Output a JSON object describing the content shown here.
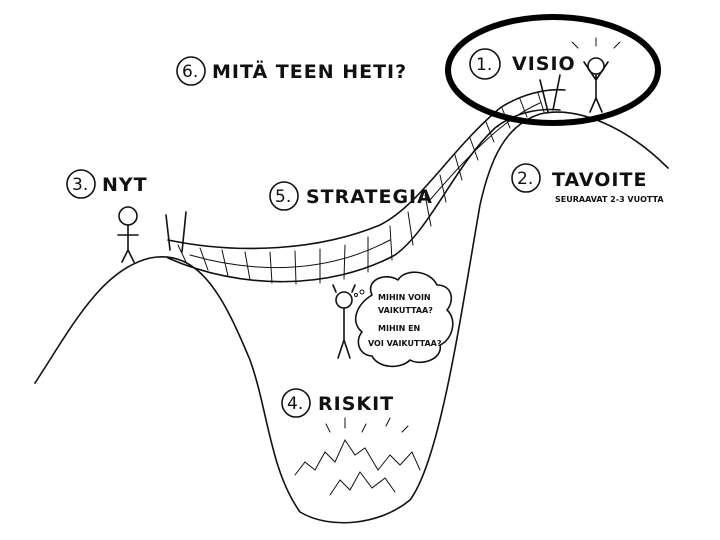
{
  "labels": {
    "step6": {
      "num": "6.",
      "text": "MITÄ TEEN HETI?"
    },
    "step1": {
      "num": "1.",
      "text": "VISIO"
    },
    "step3": {
      "num": "3.",
      "text": "NYT"
    },
    "step2": {
      "num": "2.",
      "text": "TAVOITE",
      "sub": "SEURAAVAT 2-3 VUOTTA"
    },
    "step5": {
      "num": "5.",
      "text": "STRATEGIA"
    },
    "step4": {
      "num": "4.",
      "text": "RISKIT"
    }
  },
  "thought": {
    "line1": "MIHIN VOIN",
    "line2": "VAIKUTTAA?",
    "line3": "MIHIN EN",
    "line4": "VOI VAIKUTTAA?"
  },
  "colors": {
    "ink": "#111111",
    "highlight_ring": "#000000",
    "background": "#ffffff"
  }
}
